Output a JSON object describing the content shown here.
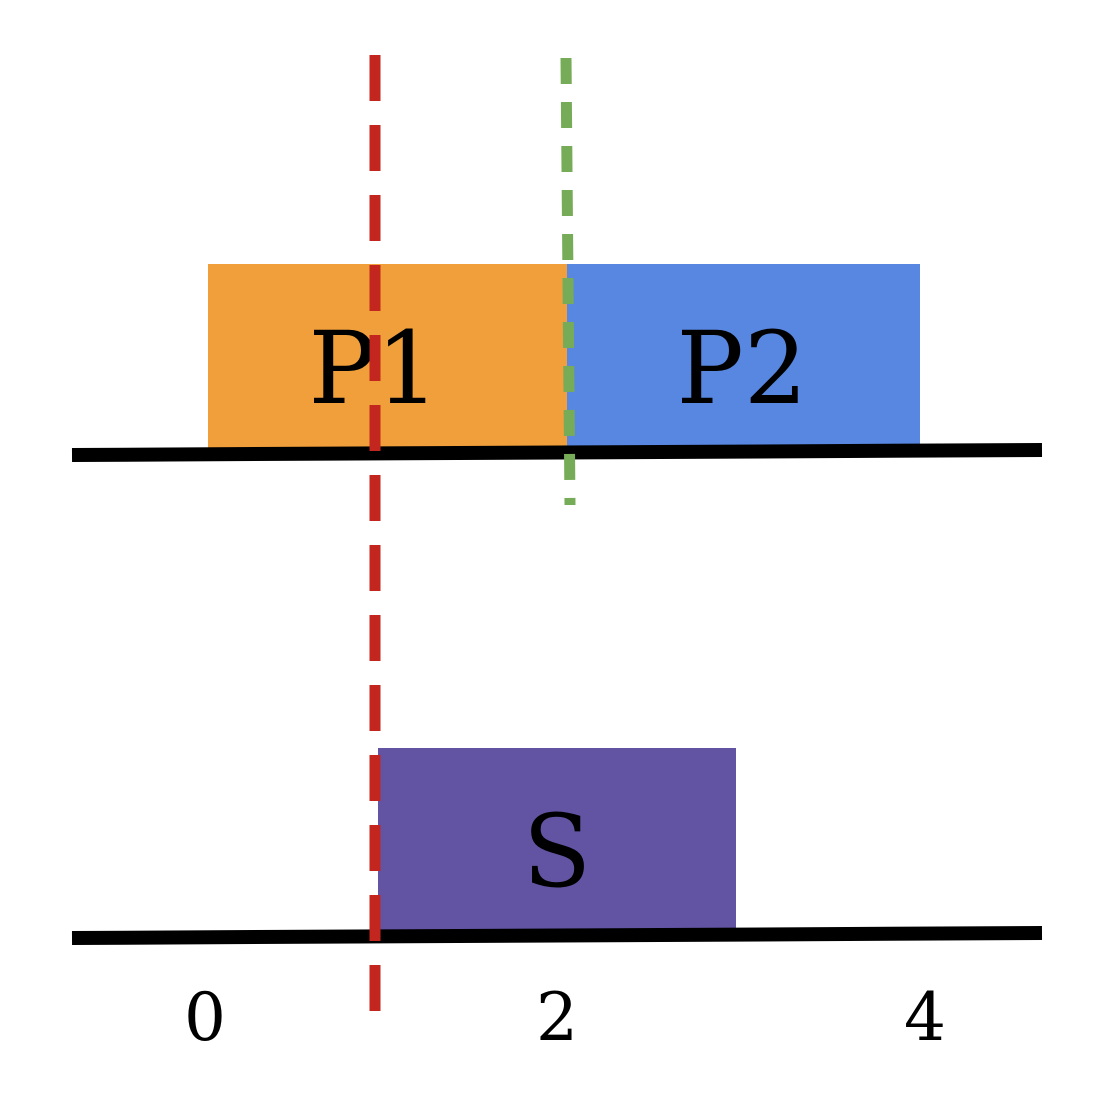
{
  "colors": {
    "p1": "#F09F3A",
    "p2": "#5787E0",
    "s": "#6254A3",
    "red_marker": "#C3261F",
    "green_marker": "#76AC57",
    "axis": "#000000",
    "background": "#FFFFFF"
  },
  "blocks": [
    {
      "id": "p1",
      "label": "P1",
      "start": 0,
      "end": 2,
      "row": "top"
    },
    {
      "id": "p2",
      "label": "P2",
      "start": 2,
      "end": 4,
      "row": "top"
    },
    {
      "id": "s",
      "label": "S",
      "start": 1,
      "end": 3,
      "row": "bottom"
    }
  ],
  "axis_ticks": [
    "0",
    "2",
    "4"
  ],
  "markers": [
    {
      "id": "red",
      "x": 1,
      "style": "dashed"
    },
    {
      "id": "green",
      "x": 2,
      "style": "dashed"
    }
  ]
}
